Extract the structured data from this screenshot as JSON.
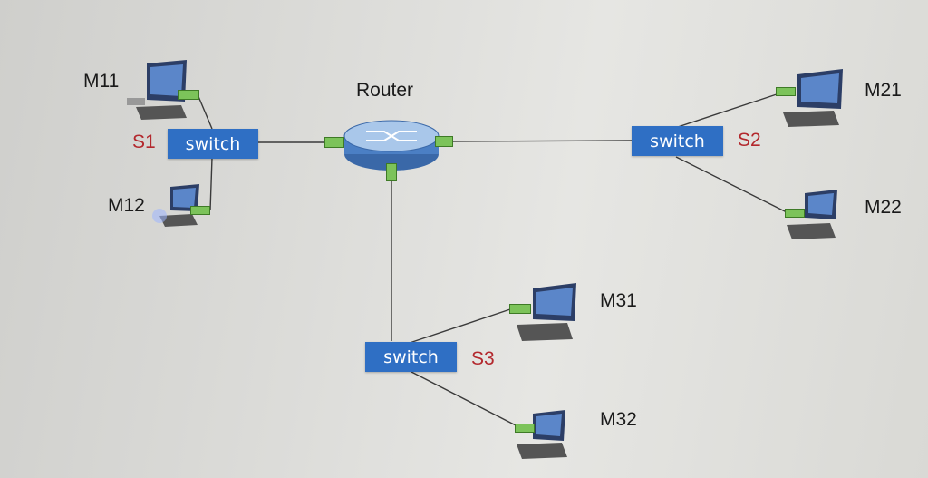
{
  "router": {
    "label": "Router"
  },
  "switches": [
    {
      "name": "S1",
      "label": "switch"
    },
    {
      "name": "S2",
      "label": "switch"
    },
    {
      "name": "S3",
      "label": "switch"
    }
  ],
  "hosts": [
    "M11",
    "M12",
    "M21",
    "M22",
    "M31",
    "M32"
  ],
  "colors": {
    "switch": "#2f6fc4",
    "switch_tag": "#b3282d",
    "port": "#7cc35a",
    "link": "#3a3a3a"
  }
}
